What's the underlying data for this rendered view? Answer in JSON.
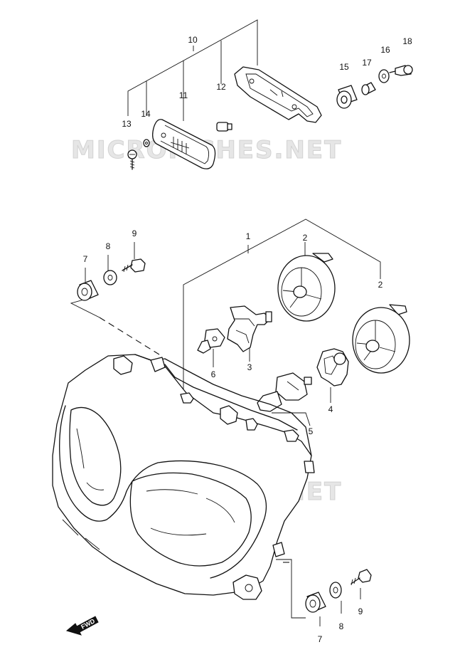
{
  "watermark": "MICROFICHES.NET",
  "fwd_label": "FWD",
  "callouts": {
    "p1": "1",
    "p2a": "2",
    "p2b": "2",
    "p3": "3",
    "p4": "4",
    "p5": "5",
    "p6": "6",
    "p7a": "7",
    "p7b": "7",
    "p8a": "8",
    "p8b": "8",
    "p9a": "9",
    "p9b": "9",
    "p10": "10",
    "p11": "11",
    "p12": "12",
    "p13": "13",
    "p14": "14",
    "p15": "15",
    "p16": "16",
    "p17": "17",
    "p18": "18"
  }
}
